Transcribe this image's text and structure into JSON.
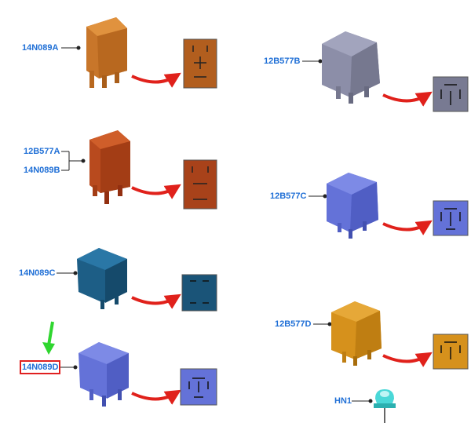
{
  "labels": {
    "r1": "14N089A",
    "r2a": "12B577A",
    "r2b": "14N089B",
    "r3": "14N089C",
    "r4": "14N089D",
    "r5": "12B577B",
    "r6": "12B577C",
    "r7": "12B577D",
    "r8": "HN1"
  },
  "colors": {
    "orange": "#c8762a",
    "rust": "#b84a1e",
    "teal": "#1d5e86",
    "violet": "#6472d8",
    "grey": "#8c8ea8",
    "amber": "#d6911c",
    "arrow_red": "#e0211b",
    "label_blue": "#1f6fd6",
    "pointer_green": "#2fd62f",
    "highlight_red": "#e02020"
  },
  "icons": {
    "relay": "relay-icon",
    "pin_face": "pin-face-icon",
    "arrow": "red-arrow-icon",
    "pointer": "green-pointer-icon",
    "led": "led-icon"
  }
}
